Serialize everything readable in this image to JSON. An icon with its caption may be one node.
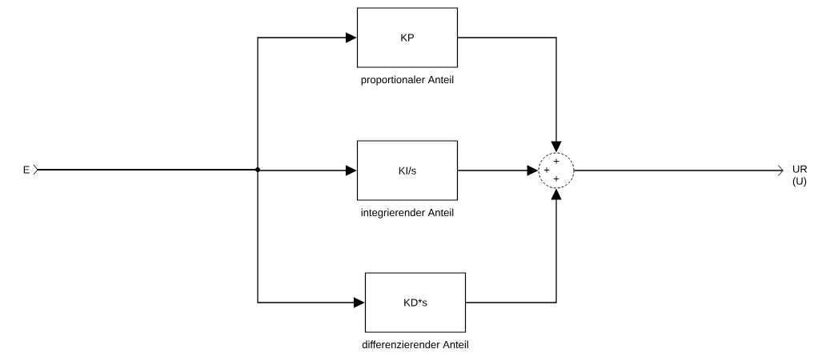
{
  "diagram": {
    "nodes": [
      {
        "text": [
          "E"
        ]
      },
      {
        "text": [
          "KP"
        ],
        "beside": [
          "proportionaler Anteil"
        ]
      },
      {
        "text": [
          "KI/s"
        ],
        "beside": [
          "integrierender Anteil"
        ]
      },
      {
        "text": [
          "KD*s"
        ],
        "beside": [
          "differenzierender Anteil"
        ]
      },
      {
        "text": [
          "+",
          "+",
          "+"
        ]
      },
      {
        "text": [
          "UR (U)"
        ]
      }
    ],
    "edges": [
      {
        "from": 0,
        "to": 1,
        "arrow": "to"
      },
      {
        "from": 0,
        "to": 2,
        "arrow": "to"
      },
      {
        "from": 0,
        "to": 3,
        "arrow": "to"
      },
      {
        "from": 1,
        "to": 4,
        "arrow": "to"
      },
      {
        "from": 2,
        "to": 4,
        "arrow": "to"
      },
      {
        "from": 3,
        "to": 4,
        "arrow": "to"
      },
      {
        "from": 4,
        "to": 5,
        "arrow": "to"
      }
    ]
  }
}
